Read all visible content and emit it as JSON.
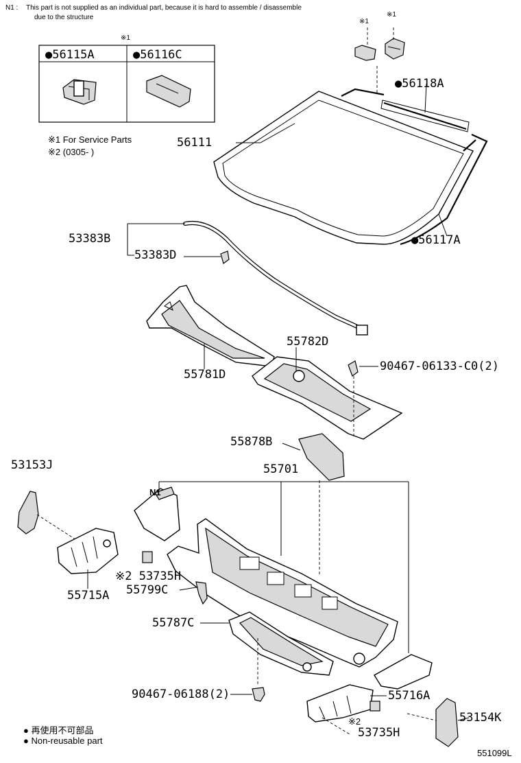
{
  "notes": {
    "n1_prefix": "N1 :",
    "n1_line1": "This part is not supplied as an individual part, because it is hard to assemble / disassemble",
    "n1_line2": "due to the structure",
    "service_mark": "※1",
    "service_text": "※1 For Service Parts",
    "date_text": "※2 (0305-        )",
    "legend_jp": "● 再使用不可部品",
    "legend_en": "● Non-reusable part",
    "diagram_id": "551099L"
  },
  "inset": {
    "mark": "※1",
    "left_label": "●56115A",
    "right_label": "●56116C"
  },
  "callouts": {
    "p_top_small_1": "※1",
    "p_top_small_2": "※1",
    "p56118A": "●56118A",
    "p56111": "56111",
    "p56117A": "●56117A",
    "p53383B": "53383B",
    "p53383D": "53383D",
    "p55782D": "55782D",
    "p90467a": "90467-06133-C0(2)",
    "p55781D": "55781D",
    "p55878B": "55878B",
    "p55701": "55701",
    "p53153J": "53153J",
    "pN1": "N1",
    "p53735H_a": "※2 53735H",
    "p55799C": "55799C",
    "p55715A": "55715A",
    "p55787C": "55787C",
    "p90467b": "90467-06188(2)",
    "p55716A": "55716A",
    "p53735H_b": "※2",
    "p53735H_b2": "53735H",
    "p53154K": "53154K"
  }
}
